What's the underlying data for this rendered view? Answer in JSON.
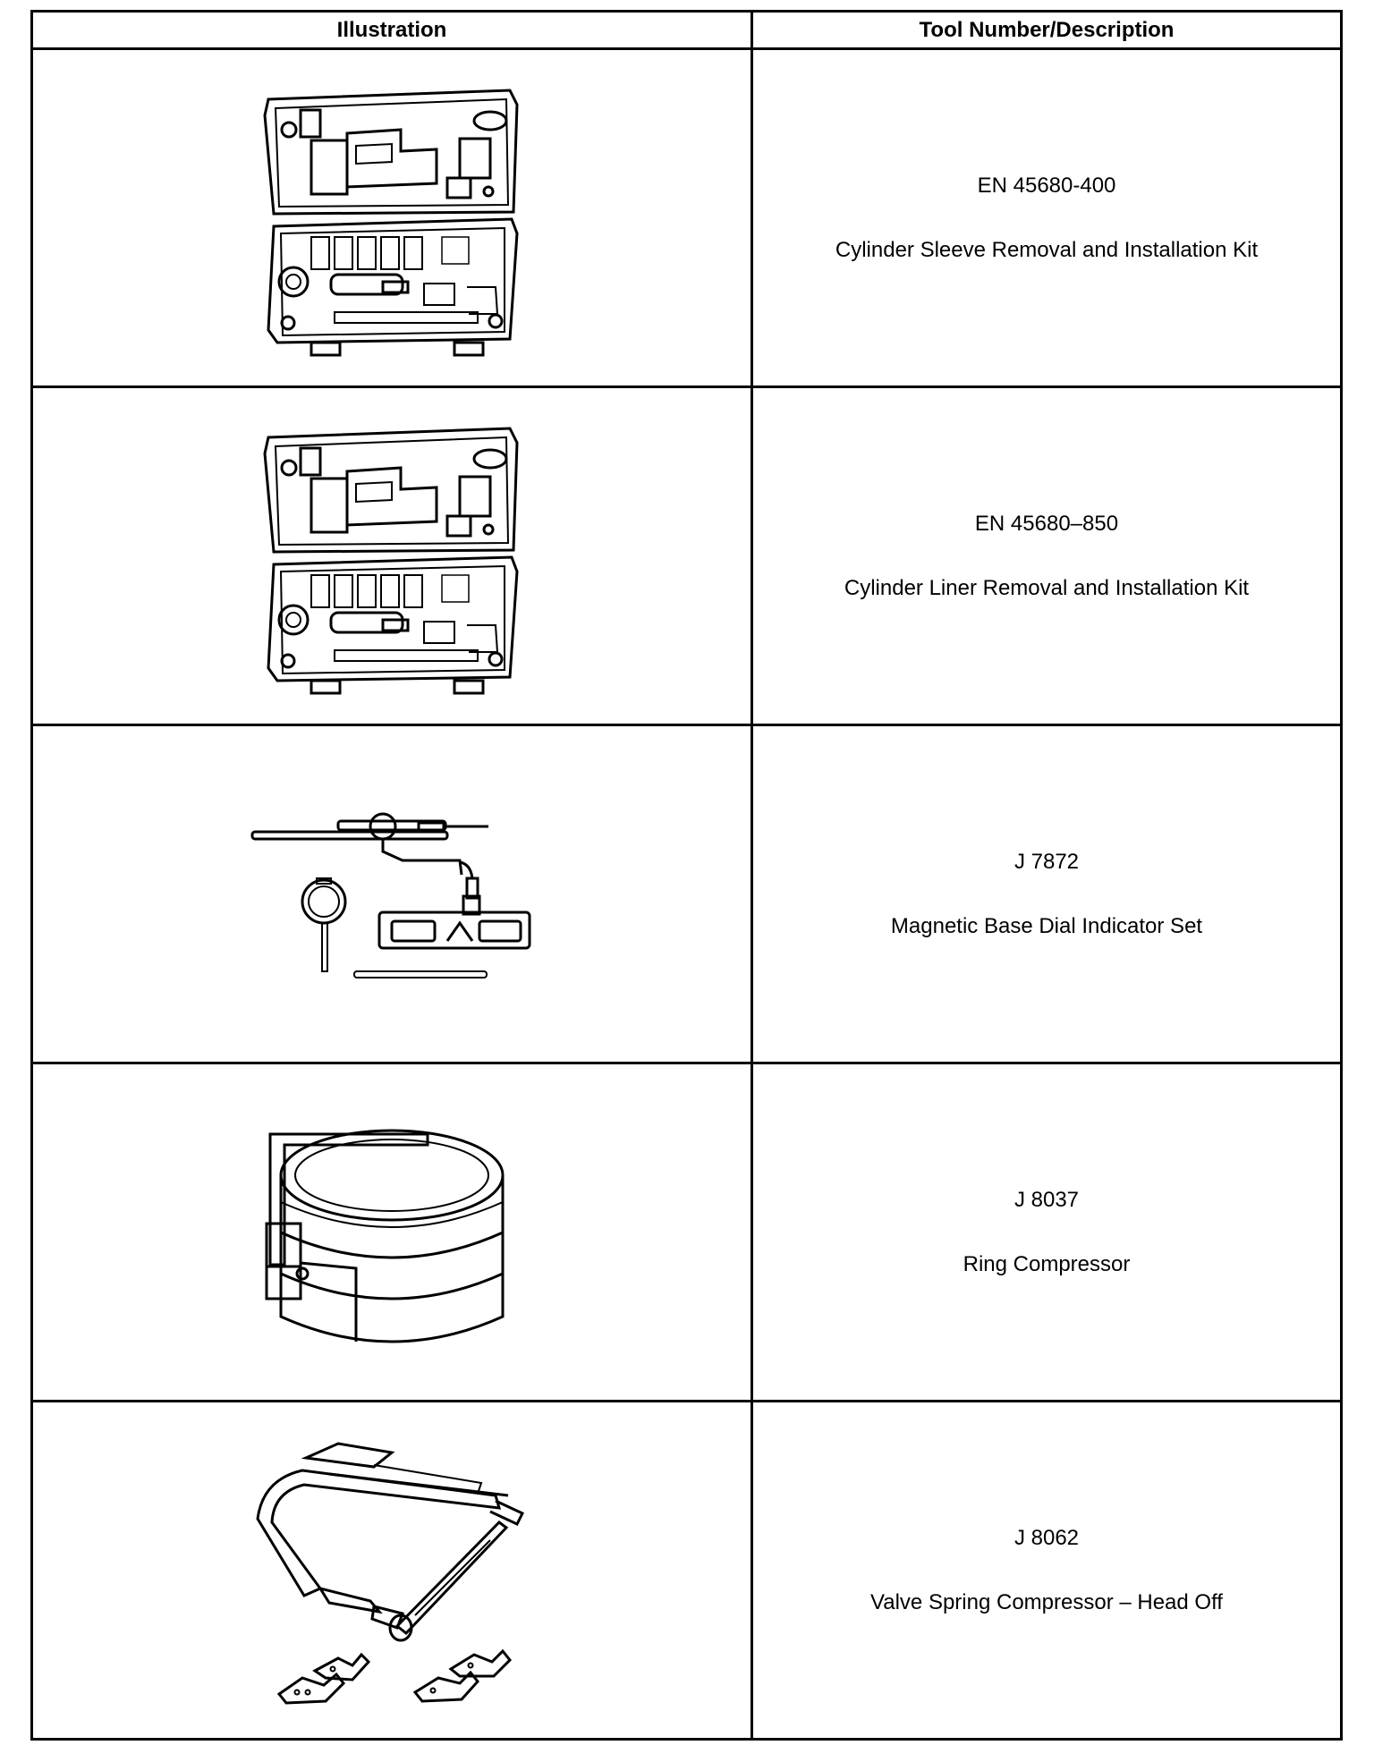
{
  "table": {
    "headers": {
      "illustration": "Illustration",
      "tool": "Tool Number/Description"
    },
    "rows": [
      {
        "number": "EN 45680-400",
        "description": "Cylinder Sleeve Removal and Installation Kit",
        "illustration": "tool-case-kit"
      },
      {
        "number": "EN 45680–850",
        "description": "Cylinder Liner Removal and Installation Kit",
        "illustration": "tool-case-kit"
      },
      {
        "number": "J 7872",
        "description": "Magnetic Base Dial Indicator Set",
        "illustration": "dial-indicator-set"
      },
      {
        "number": "J 8037",
        "description": "Ring Compressor",
        "illustration": "ring-compressor"
      },
      {
        "number": "J 8062",
        "description": "Valve Spring Compressor – Head Off",
        "illustration": "valve-spring-compressor"
      }
    ]
  }
}
